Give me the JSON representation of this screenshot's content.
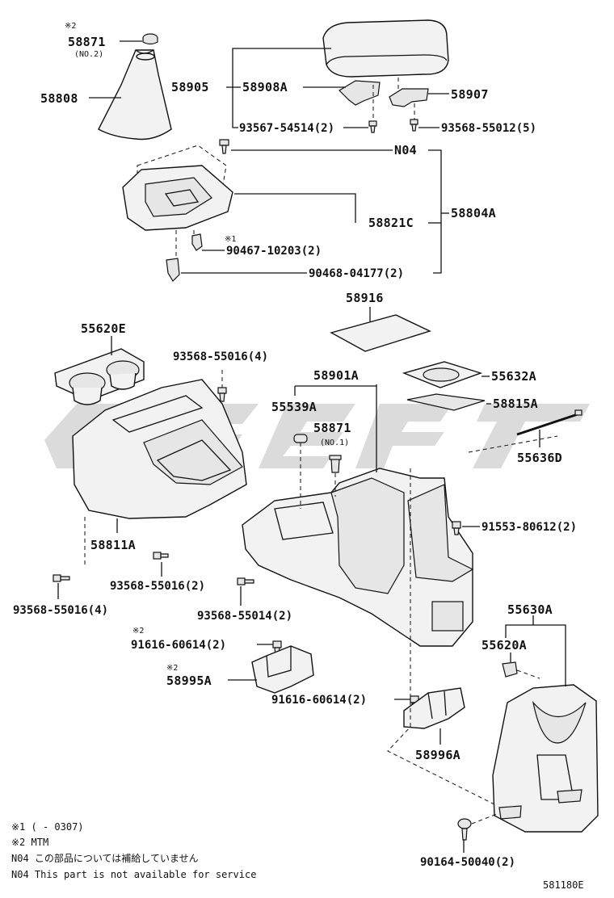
{
  "parts": {
    "p58871_no2": "58871",
    "p58871_no2_sub": "(NO.2)",
    "p58808": "58808",
    "p58905": "58905",
    "p58908A": "58908A",
    "p58907": "58907",
    "p93567": "93567-54514(2)",
    "p93568_55012": "93568-55012(5)",
    "pN04": "N04",
    "p58821C": "58821C",
    "p58804A": "58804A",
    "p90467": "90467-10203(2)",
    "p90468": "90468-04177(2)",
    "p58916": "58916",
    "p55620E": "55620E",
    "p93568_55016_a": "93568-55016(4)",
    "p58901A": "58901A",
    "p55632A": "55632A",
    "p55539A": "55539A",
    "p58815A": "58815A",
    "p58871_no1": "58871",
    "p58871_no1_sub": "(NO.1)",
    "p55636D": "55636D",
    "p91553": "91553-80612(2)",
    "p58811A": "58811A",
    "p93568_55016_b": "93568-55016(2)",
    "p93568_55016_c": "93568-55016(4)",
    "p93568_55014": "93568-55014(2)",
    "p55630A": "55630A",
    "p55620A": "55620A",
    "p91616_a": "91616-60614(2)",
    "p58995A": "58995A",
    "p91616_b": "91616-60614(2)",
    "p58996A": "58996A",
    "p90164": "90164-50040(2)"
  },
  "marks": {
    "m2": "※2",
    "m1": "※1"
  },
  "notes": {
    "note1": "※1 (     - 0307)",
    "note2": "※2 MTM",
    "note3": "N04 この部品については補給していません",
    "note4": "N04 This part is not available for service"
  },
  "figure_code": "581180E"
}
